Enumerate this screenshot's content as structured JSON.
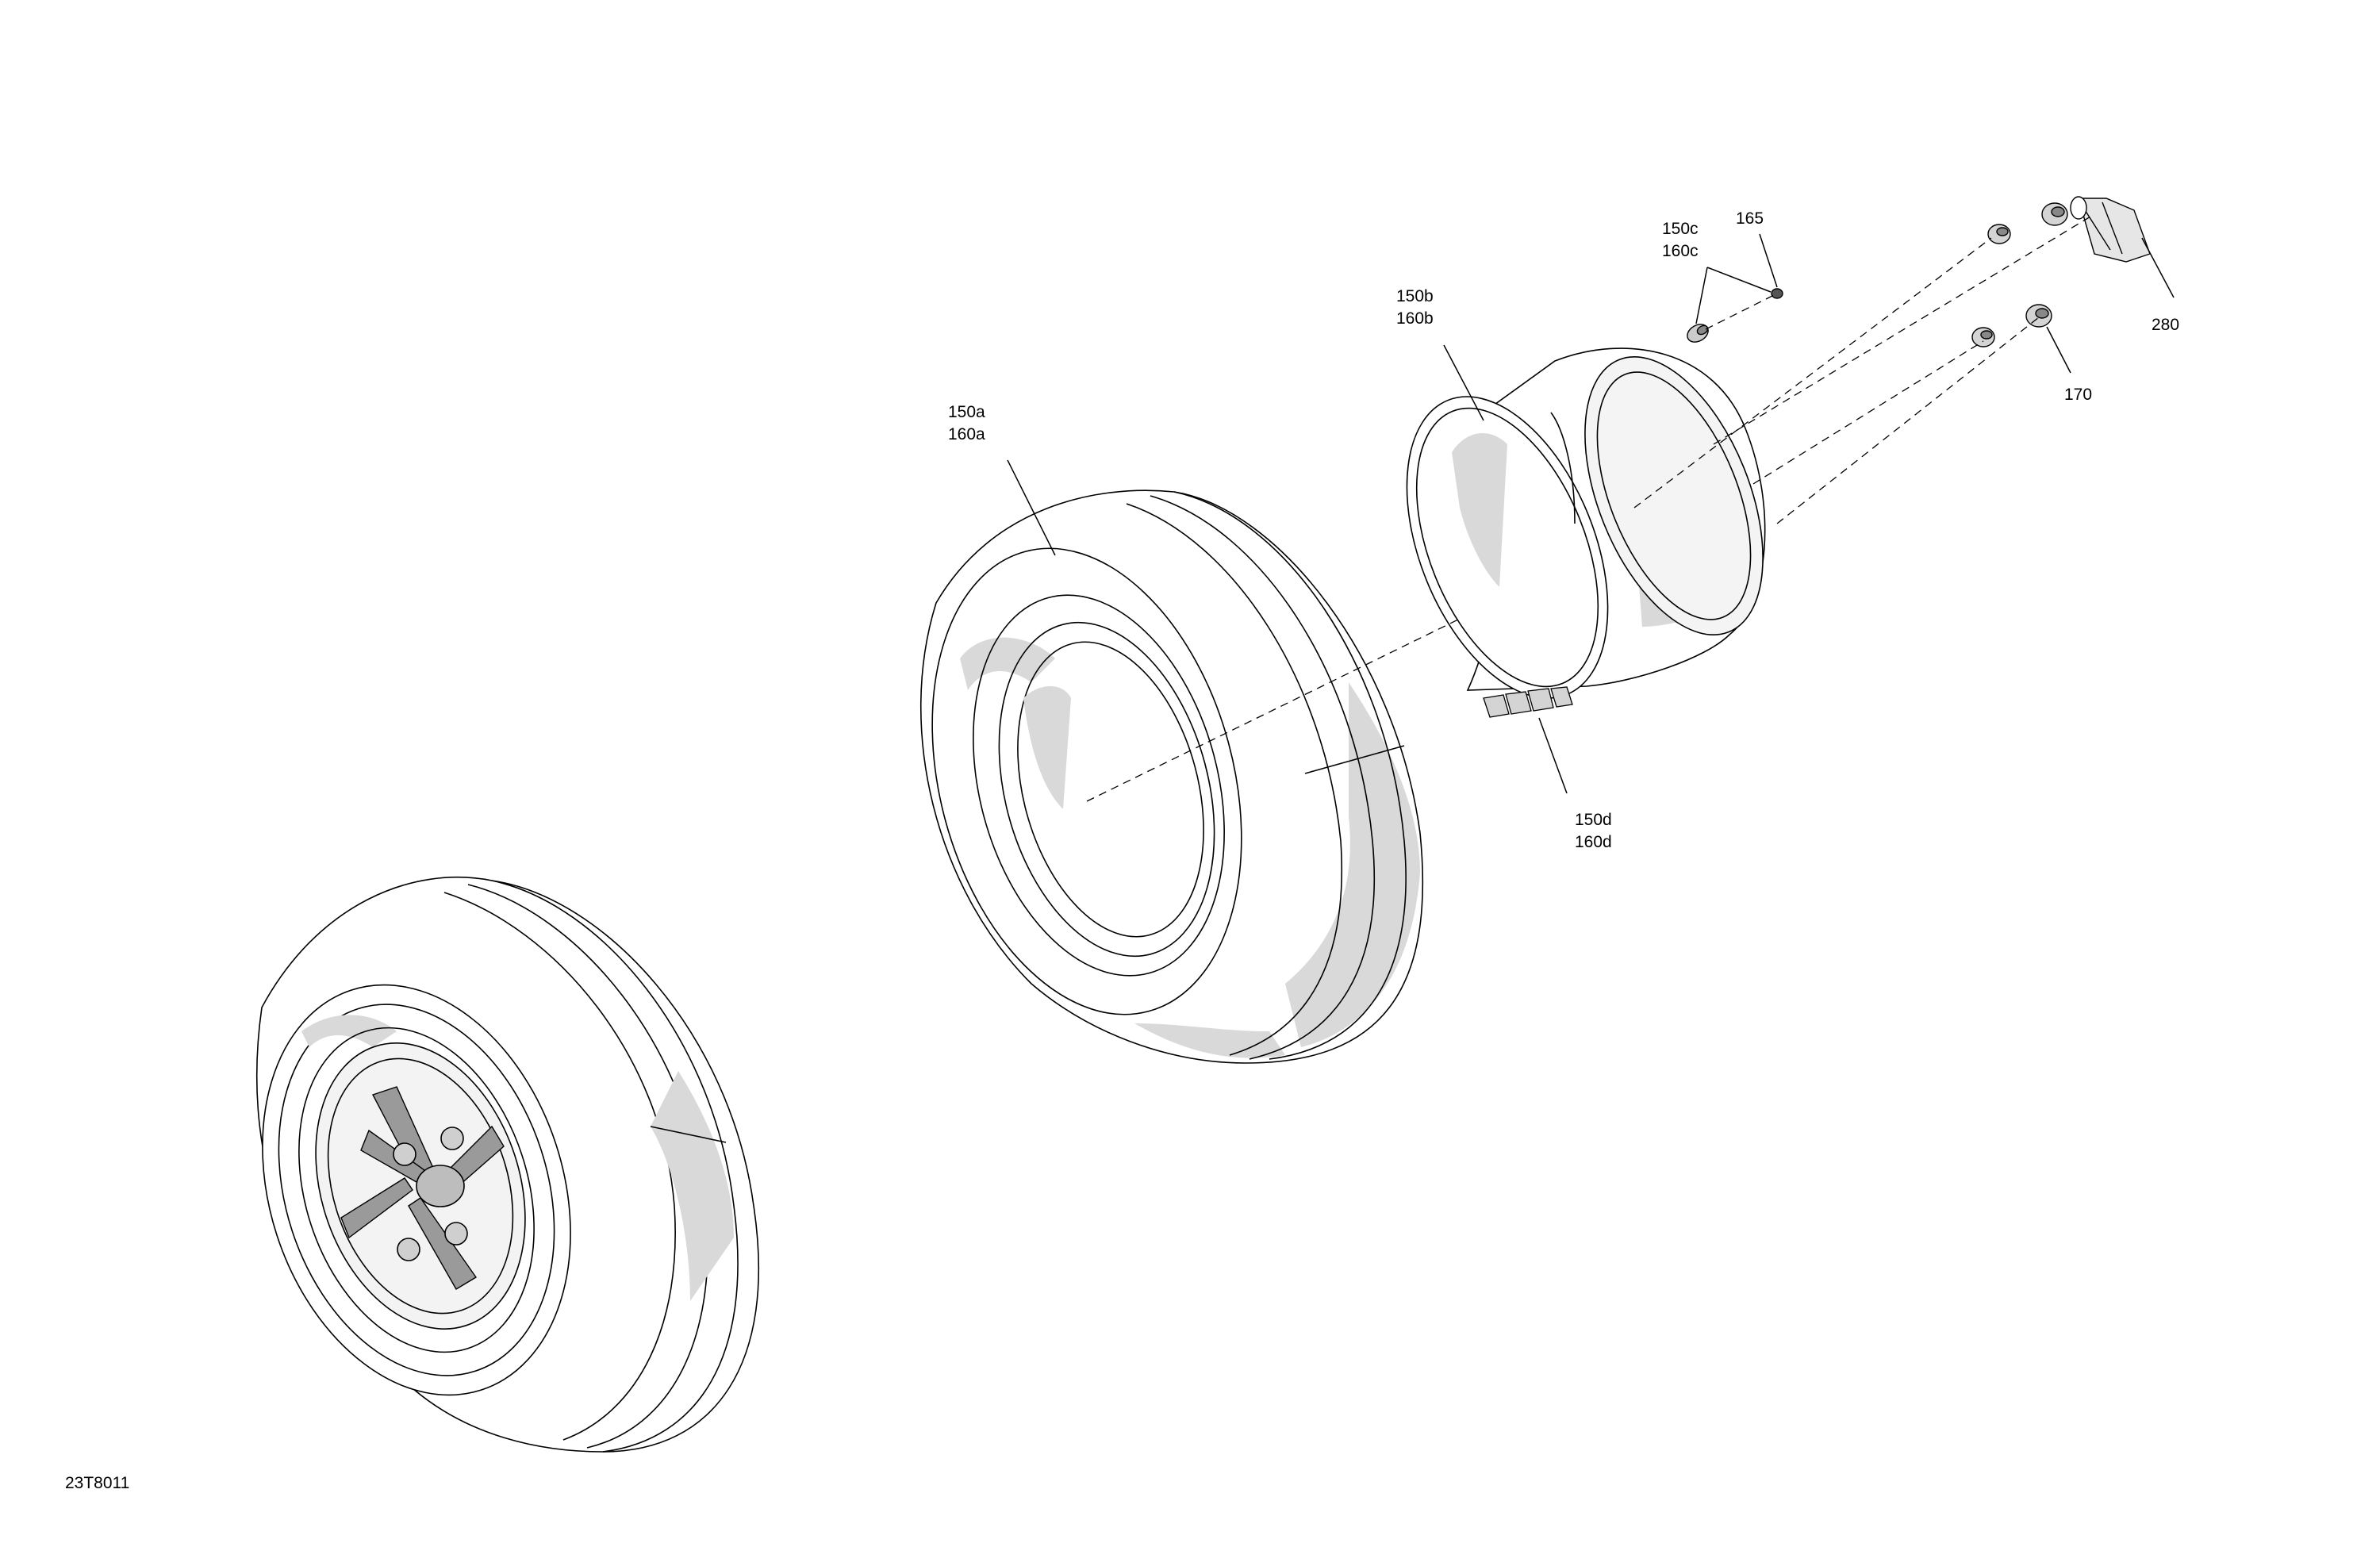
{
  "diagram": {
    "drawing_id": "23T8011",
    "callouts": {
      "tire": [
        "150a",
        "160a"
      ],
      "rim": [
        "150b",
        "160b"
      ],
      "valve": [
        "150c",
        "160c"
      ],
      "valve_cap": "165",
      "weights": [
        "150d",
        "160d"
      ],
      "cap": "280",
      "nut": "170"
    },
    "colors": {
      "line": "#000000",
      "shade": "#d9d9d9",
      "background": "#ffffff"
    }
  }
}
